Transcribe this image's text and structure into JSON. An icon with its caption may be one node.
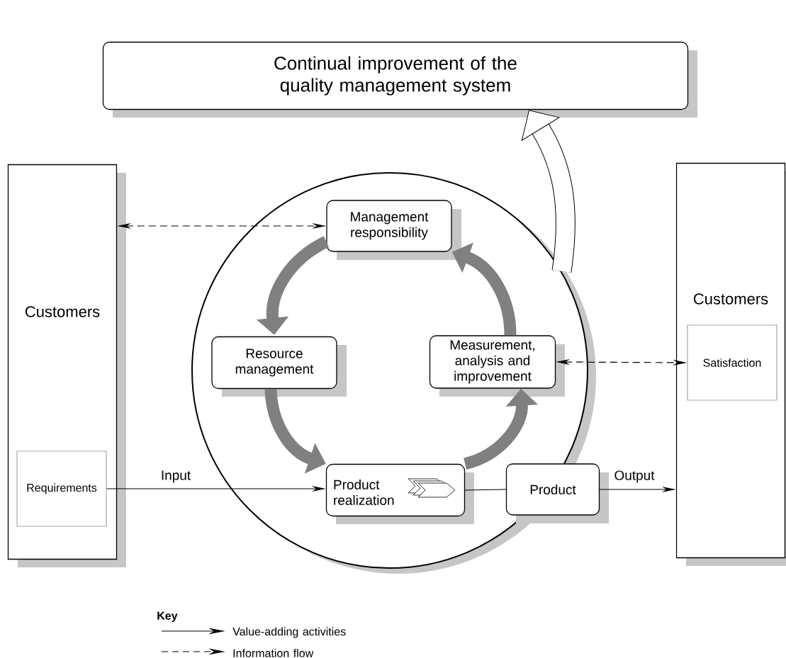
{
  "diagram": {
    "nodes": [
      {
        "text": [
          "Continual improvement of the quality management system"
        ]
      },
      {
        "text": [
          "Customers"
        ]
      },
      {
        "text": [
          "Requirements"
        ],
        "in": 1
      },
      {
        "text": [],
        "shape": "circle"
      },
      {
        "text": [
          "Management responsibility"
        ],
        "in": 3
      },
      {
        "text": [
          "Resource management"
        ],
        "in": 3
      },
      {
        "text": [
          "Measurement, analysis and improvement"
        ],
        "in": 3
      },
      {
        "text": [
          "Product realization"
        ],
        "in": 3
      },
      {
        "text": [
          "Product"
        ]
      },
      {
        "text": [
          "Customers"
        ]
      },
      {
        "text": [
          "Satisfaction"
        ],
        "in": 9
      }
    ],
    "edges": [
      {
        "from": 1,
        "to": 4,
        "arrow": "both",
        "style": "dashed"
      },
      {
        "from": 6,
        "to": 10,
        "arrow": "both",
        "style": "dashed"
      },
      {
        "from": 2,
        "to": 7,
        "arrow": "to",
        "label": "Input"
      },
      {
        "from": 7,
        "to": 8,
        "arrow": "none"
      },
      {
        "from": 8,
        "to": 9,
        "arrow": "to",
        "label": "Output"
      },
      {
        "from": 4,
        "to": 5,
        "arrow": "to",
        "style": "thick",
        "color": "#808080"
      },
      {
        "from": 5,
        "to": 7,
        "arrow": "to",
        "style": "thick",
        "color": "#808080"
      },
      {
        "from": 7,
        "to": 6,
        "arrow": "to",
        "style": "thick",
        "color": "#808080"
      },
      {
        "from": 6,
        "to": 4,
        "arrow": "to",
        "style": "thick",
        "color": "#808080"
      },
      {
        "from": 3,
        "to": 0,
        "arrow": "to",
        "style": "thick"
      }
    ],
    "labels": [
      "Key"
    ],
    "legend": [
      {
        "text": "Value-adding activities"
      },
      {
        "text": "Information flow"
      }
    ]
  }
}
